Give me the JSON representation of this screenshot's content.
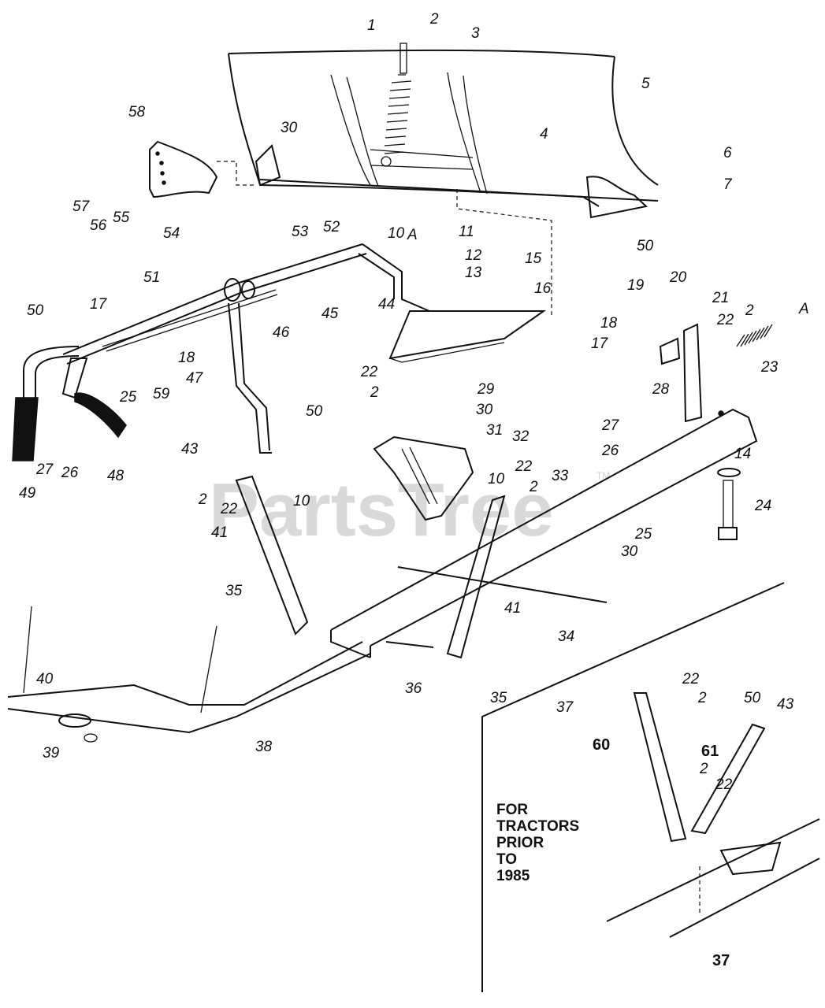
{
  "watermark": {
    "text": "PartsTree",
    "trademark": "TM"
  },
  "inset_note": [
    "FOR",
    "TRACTORS",
    "PRIOR",
    "TO",
    "1985"
  ],
  "callouts": [
    {
      "label": "1"
    },
    {
      "label": "2"
    },
    {
      "label": "3"
    },
    {
      "label": "5"
    },
    {
      "label": "4"
    },
    {
      "label": "6"
    },
    {
      "label": "7"
    },
    {
      "label": "50"
    },
    {
      "label": "58"
    },
    {
      "label": "30"
    },
    {
      "label": "57"
    },
    {
      "label": "56"
    },
    {
      "label": "55"
    },
    {
      "label": "54"
    },
    {
      "label": "53"
    },
    {
      "label": "52"
    },
    {
      "label": "10"
    },
    {
      "label": "A"
    },
    {
      "label": "11"
    },
    {
      "label": "12"
    },
    {
      "label": "13"
    },
    {
      "label": "15"
    },
    {
      "label": "16"
    },
    {
      "label": "45"
    },
    {
      "label": "44"
    },
    {
      "label": "46"
    },
    {
      "label": "51"
    },
    {
      "label": "50"
    },
    {
      "label": "17"
    },
    {
      "label": "18"
    },
    {
      "label": "47"
    },
    {
      "label": "59"
    },
    {
      "label": "25"
    },
    {
      "label": "49"
    },
    {
      "label": "27"
    },
    {
      "label": "26"
    },
    {
      "label": "48"
    },
    {
      "label": "43"
    },
    {
      "label": "50"
    },
    {
      "label": "22"
    },
    {
      "label": "2"
    },
    {
      "label": "29"
    },
    {
      "label": "19"
    },
    {
      "label": "20"
    },
    {
      "label": "18"
    },
    {
      "label": "17"
    },
    {
      "label": "21"
    },
    {
      "label": "22"
    },
    {
      "label": "2"
    },
    {
      "label": "A"
    },
    {
      "label": "23"
    },
    {
      "label": "28"
    },
    {
      "label": "27"
    },
    {
      "label": "26"
    },
    {
      "label": "14"
    },
    {
      "label": "24"
    },
    {
      "label": "25"
    },
    {
      "label": "30"
    },
    {
      "label": "31"
    },
    {
      "label": "32"
    },
    {
      "label": "10"
    },
    {
      "label": "22"
    },
    {
      "label": "2"
    },
    {
      "label": "33"
    },
    {
      "label": "2"
    },
    {
      "label": "22"
    },
    {
      "label": "10"
    },
    {
      "label": "41"
    },
    {
      "label": "30"
    },
    {
      "label": "35"
    },
    {
      "label": "41"
    },
    {
      "label": "34"
    },
    {
      "label": "36"
    },
    {
      "label": "35"
    },
    {
      "label": "40"
    },
    {
      "label": "39"
    },
    {
      "label": "38"
    },
    {
      "label": "22"
    },
    {
      "label": "37"
    },
    {
      "label": "2"
    },
    {
      "label": "60"
    },
    {
      "label": "50"
    },
    {
      "label": "43"
    },
    {
      "label": "61"
    },
    {
      "label": "2"
    },
    {
      "label": "22"
    },
    {
      "label": "37"
    }
  ]
}
